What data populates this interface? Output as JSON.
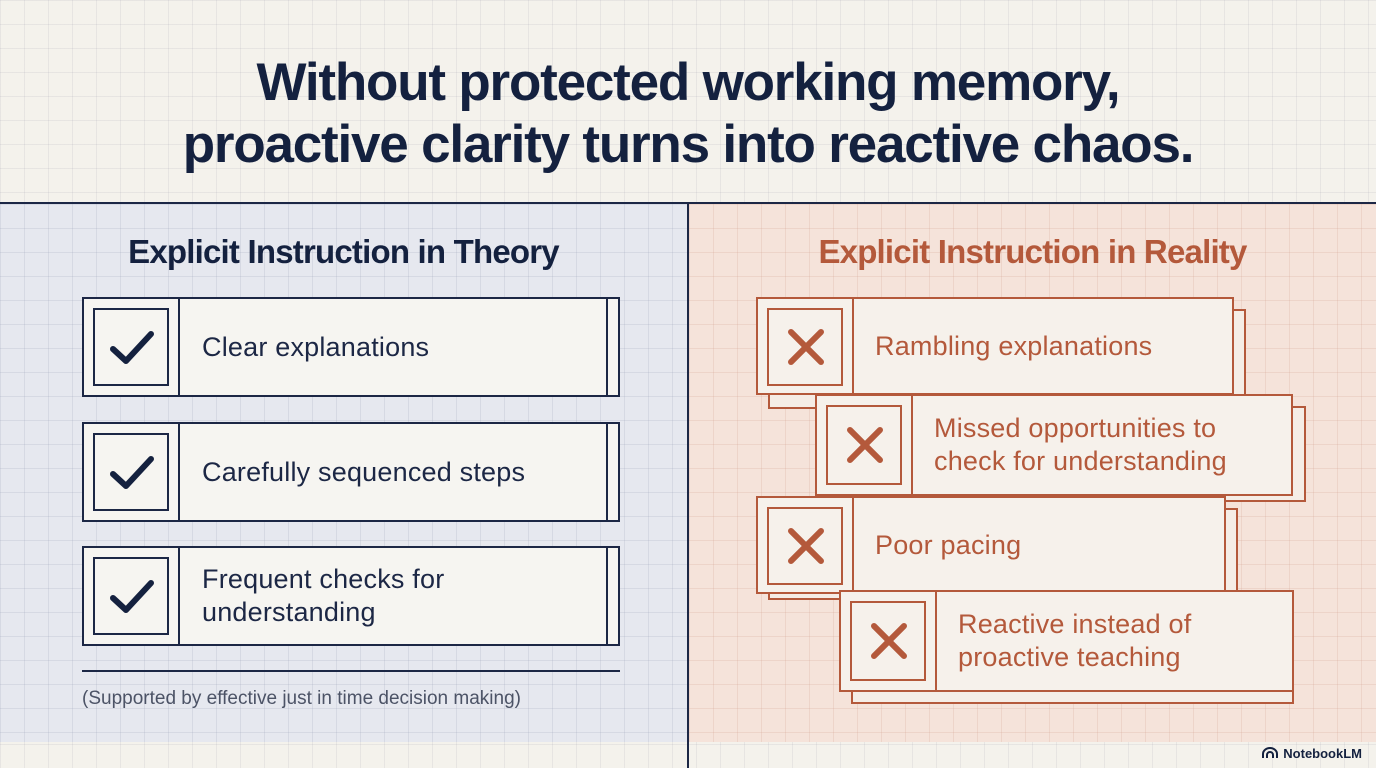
{
  "title": {
    "line1": "Without protected working memory,",
    "line2": "proactive clarity turns into reactive chaos."
  },
  "theory": {
    "heading": "Explicit Instruction in Theory",
    "items": [
      {
        "icon": "checkmark-icon",
        "label": "Clear explanations"
      },
      {
        "icon": "checkmark-icon",
        "label": "Carefully sequenced steps"
      },
      {
        "icon": "checkmark-icon",
        "label": "Frequent checks for understanding"
      }
    ],
    "footnote": "(Supported by effective just in time decision making)"
  },
  "reality": {
    "heading": "Explicit Instruction in Reality",
    "items": [
      {
        "icon": "x-mark-icon",
        "label": "Rambling explanations"
      },
      {
        "icon": "x-mark-icon",
        "label": "Missed opportunities to check for understanding"
      },
      {
        "icon": "x-mark-icon",
        "label": "Poor pacing"
      },
      {
        "icon": "x-mark-icon",
        "label": "Reactive instead of proactive teaching"
      }
    ]
  },
  "brand": {
    "icon": "notebooklm-logo-icon",
    "label": "NotebookLM"
  },
  "colors": {
    "navy": "#14213f",
    "rust": "#b4593b",
    "theory_panel_bg": "#e6e8ef",
    "reality_panel_bg": "#f5e3da",
    "page_bg": "#f4f2ec"
  }
}
